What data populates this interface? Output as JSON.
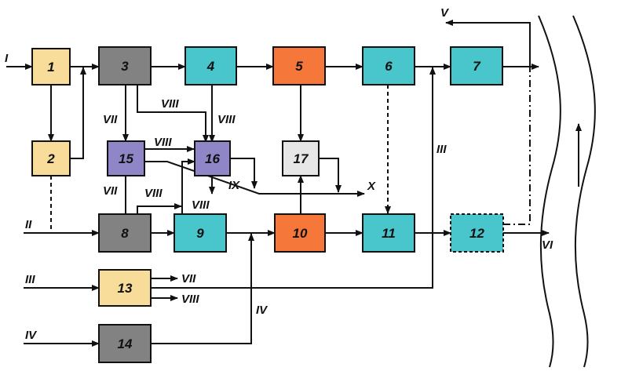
{
  "colors": {
    "yellow": "#f8dc9a",
    "gray": "#828282",
    "teal": "#48c6cc",
    "orange": "#f5783a",
    "purple": "#8f86c8",
    "light_gray": "#e6e6e6",
    "stroke": "#111111"
  },
  "blocks": [
    {
      "id": "1",
      "color": "yellow"
    },
    {
      "id": "2",
      "color": "yellow"
    },
    {
      "id": "3",
      "color": "gray"
    },
    {
      "id": "4",
      "color": "teal"
    },
    {
      "id": "5",
      "color": "orange"
    },
    {
      "id": "6",
      "color": "teal"
    },
    {
      "id": "7",
      "color": "teal"
    },
    {
      "id": "8",
      "color": "gray"
    },
    {
      "id": "9",
      "color": "teal"
    },
    {
      "id": "10",
      "color": "orange"
    },
    {
      "id": "11",
      "color": "teal"
    },
    {
      "id": "12",
      "color": "teal",
      "dashed": true
    },
    {
      "id": "13",
      "color": "yellow"
    },
    {
      "id": "14",
      "color": "gray"
    },
    {
      "id": "15",
      "color": "purple"
    },
    {
      "id": "16",
      "color": "purple"
    },
    {
      "id": "17",
      "color": "light_gray"
    }
  ],
  "labels": {
    "in_I": "I",
    "in_II": "II",
    "in_III": "III",
    "in_IV": "IV",
    "out_V": "V",
    "out_VI": "VI",
    "vii_3_15": "VII",
    "viii_3_16": "VIII",
    "viii_4_16": "VIII",
    "viii_15_16": "VIII",
    "ix": "IX",
    "x": "X",
    "vii_15_8": "VII",
    "viii_8a": "VIII",
    "viii_8b": "VIII",
    "iii_vertical": "III",
    "out_13_vii": "VII",
    "out_13_viii": "VIII",
    "iv_vertical": "IV"
  }
}
